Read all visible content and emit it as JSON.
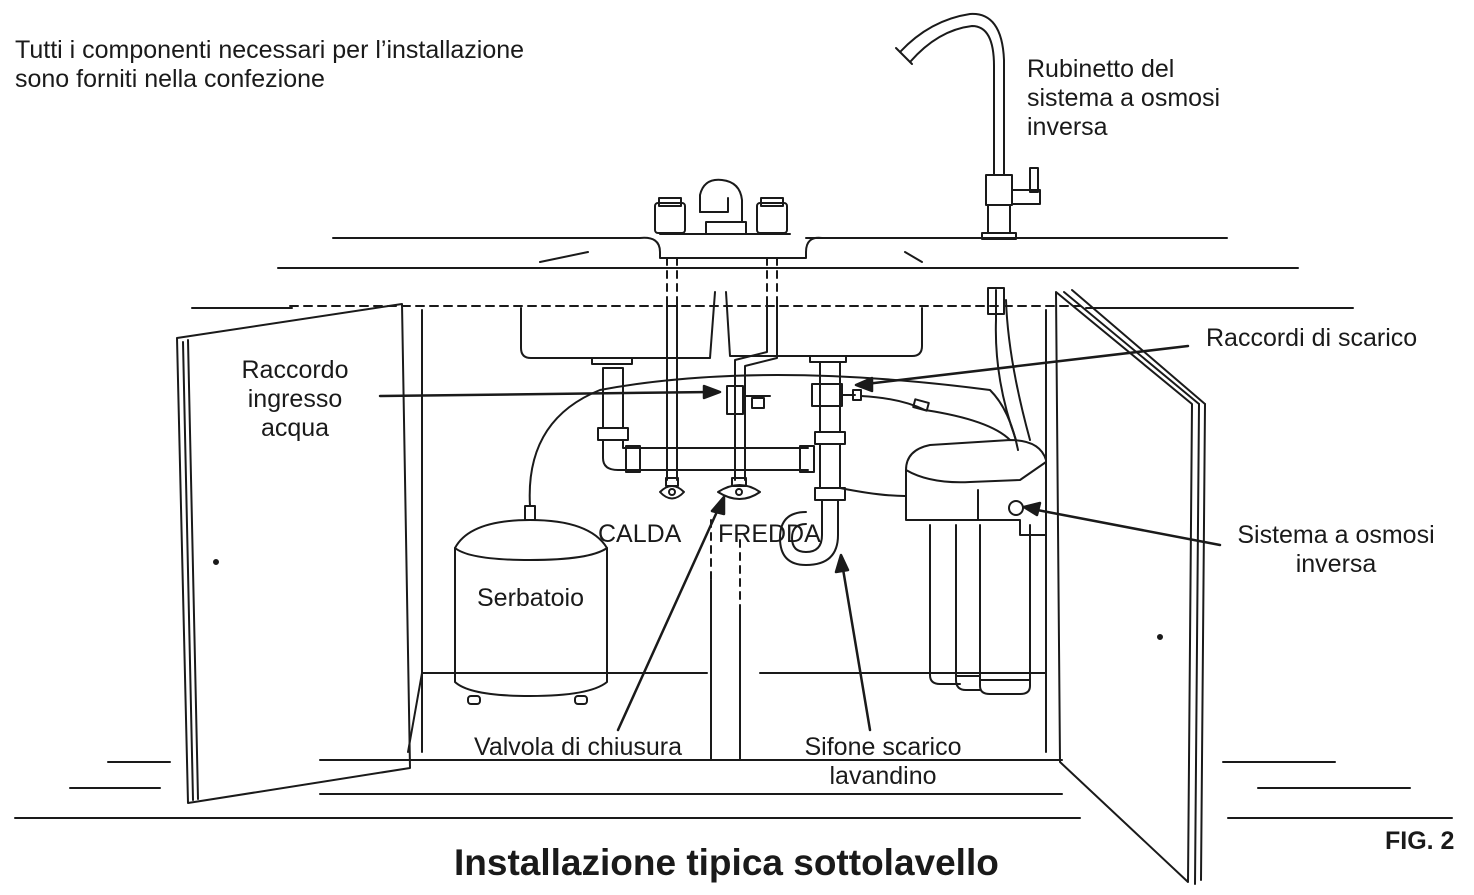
{
  "intro": {
    "line1": "Tutti i componenti necessari per l’installazione",
    "line2": "sono forniti nella confezione"
  },
  "labels": {
    "faucet": [
      "Rubinetto del",
      "sistema a osmosi",
      "inversa"
    ],
    "drain_fittings": "Raccordi di scarico",
    "water_inlet": [
      "Raccordo",
      "ingresso",
      "acqua"
    ],
    "hot": "CALDA",
    "cold": "FREDDA",
    "tank": "Serbatoio",
    "ro_system": [
      "Sistema a osmosi",
      "inversa"
    ],
    "shutoff_valve": "Valvola di chiusura",
    "sink_trap": [
      "Sifone scarico",
      "lavandino"
    ]
  },
  "caption": "Installazione tipica sottolavello",
  "figure_id": "FIG. 2",
  "colors": {
    "ink": "#1a1a1a",
    "background": "#ffffff"
  }
}
